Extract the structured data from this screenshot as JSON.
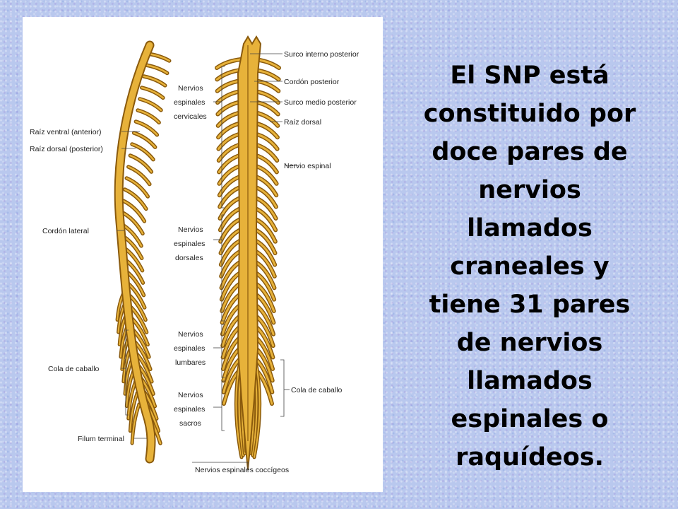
{
  "caption": "El SNP está\nconstituido por\ndoce pares de\nnervios\nllamados\ncraneales y\ntiene 31 pares\nde nervios\nllamados\nespinales o\nraquídeos.",
  "colors": {
    "background": "#b9c8ee",
    "nerve_fill": "#e7b23a",
    "nerve_outline": "#8a5a0c",
    "label_text": "#222222"
  },
  "labels": {
    "raiz_ventral": "Raíz ventral (anterior)",
    "raiz_dorsal_posterior": "Raíz dorsal (posterior)",
    "cordon_lateral": "Cordón lateral",
    "cola_caballo_left": "Cola de caballo",
    "filum_terminal": "Filum terminal",
    "cervicales_1": "Nervios",
    "cervicales_2": "espinales",
    "cervicales_3": "cervicales",
    "dorsales_1": "Nervios",
    "dorsales_2": "espinales",
    "dorsales_3": "dorsales",
    "lumbares_1": "Nervios",
    "lumbares_2": "espinales",
    "lumbares_3": "lumbares",
    "sacros_1": "Nervios",
    "sacros_2": "espinales",
    "sacros_3": "sacros",
    "surco_interno": "Surco interno posterior",
    "cordon_posterior": "Cordón posterior",
    "surco_medio": "Surco medio posterior",
    "raiz_dorsal": "Raíz dorsal",
    "nervio_espinal": "Nervio espinal",
    "cola_caballo_right": "Cola de caballo",
    "coccigeos": "Nervios espinales coccígeos"
  }
}
